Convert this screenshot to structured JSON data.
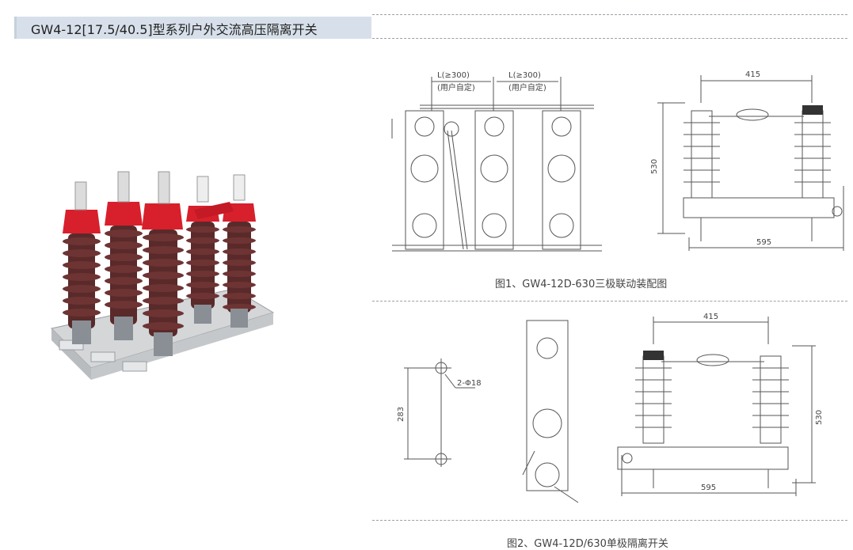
{
  "header": {
    "title": "GW4-12[17.5/40.5]型系列户外交流高压隔离开关"
  },
  "figure1": {
    "caption": "图1、GW4-12D-630三极联动装配图",
    "dim_l_left": "L(≥300)",
    "dim_l_left_note": "(用户自定)",
    "dim_l_right": "L(≥300)",
    "dim_l_right_note": "(用户自定)",
    "dim_top": "415",
    "dim_height": "530",
    "dim_bottom": "595"
  },
  "figure2": {
    "caption": "图2、GW4-12D/630单极隔离开关",
    "dim_hole": "2-Φ18",
    "dim_hole_spacing": "283",
    "dim_top": "415",
    "dim_height": "530",
    "dim_bottom": "595"
  },
  "colors": {
    "insulator": "#5a2a2a",
    "cap_red": "#d8202c",
    "line": "#555555",
    "title_bg": "#d7e0ea"
  }
}
